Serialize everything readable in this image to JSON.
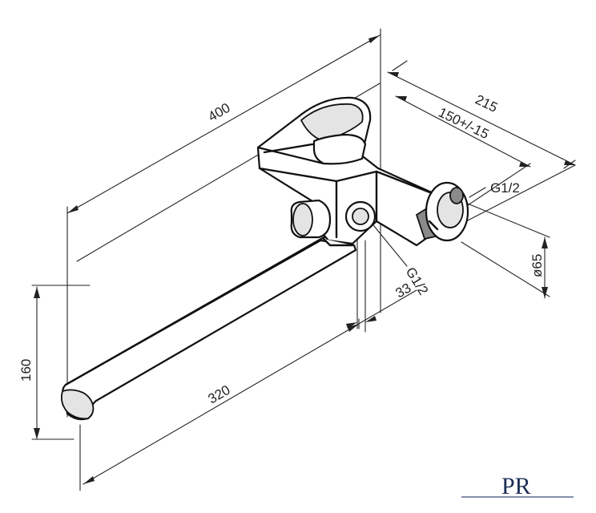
{
  "dimensions": {
    "overall_length": "400",
    "wall_projection": "215",
    "eccentric_spacing": "150+/-15",
    "outlet_thread": "G1/2",
    "inlet_thread": "G1/2",
    "flange_diameter": "ø65",
    "wall_offset": "33",
    "spout_height": "160",
    "spout_length": "320"
  },
  "logo": {
    "text": "PR"
  }
}
